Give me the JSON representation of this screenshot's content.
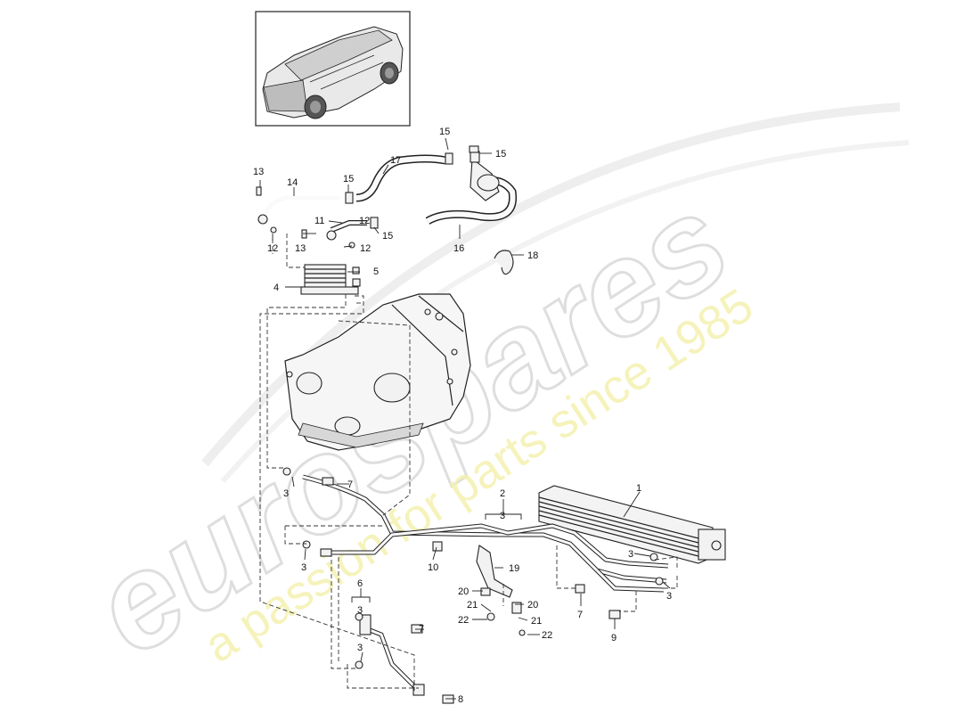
{
  "watermark": {
    "brand": "eurospares",
    "tagline": "a passion for parts since 1985",
    "brand_color": "#e6e6e6",
    "tagline_color": "#f3f0a8"
  },
  "callouts": {
    "n1": "1",
    "n2": "2",
    "n3": "3",
    "n4": "4",
    "n5": "5",
    "n6": "6",
    "n7": "7",
    "n8": "8",
    "n9": "9",
    "n10": "10",
    "n11": "11",
    "n12": "12",
    "n13": "13",
    "n14": "14",
    "n15": "15",
    "n16": "16",
    "n17": "17",
    "n18": "18",
    "n19": "19",
    "n20": "20",
    "n21": "21",
    "n22": "22"
  },
  "colors": {
    "line": "#222222",
    "panel_border": "#333333"
  }
}
